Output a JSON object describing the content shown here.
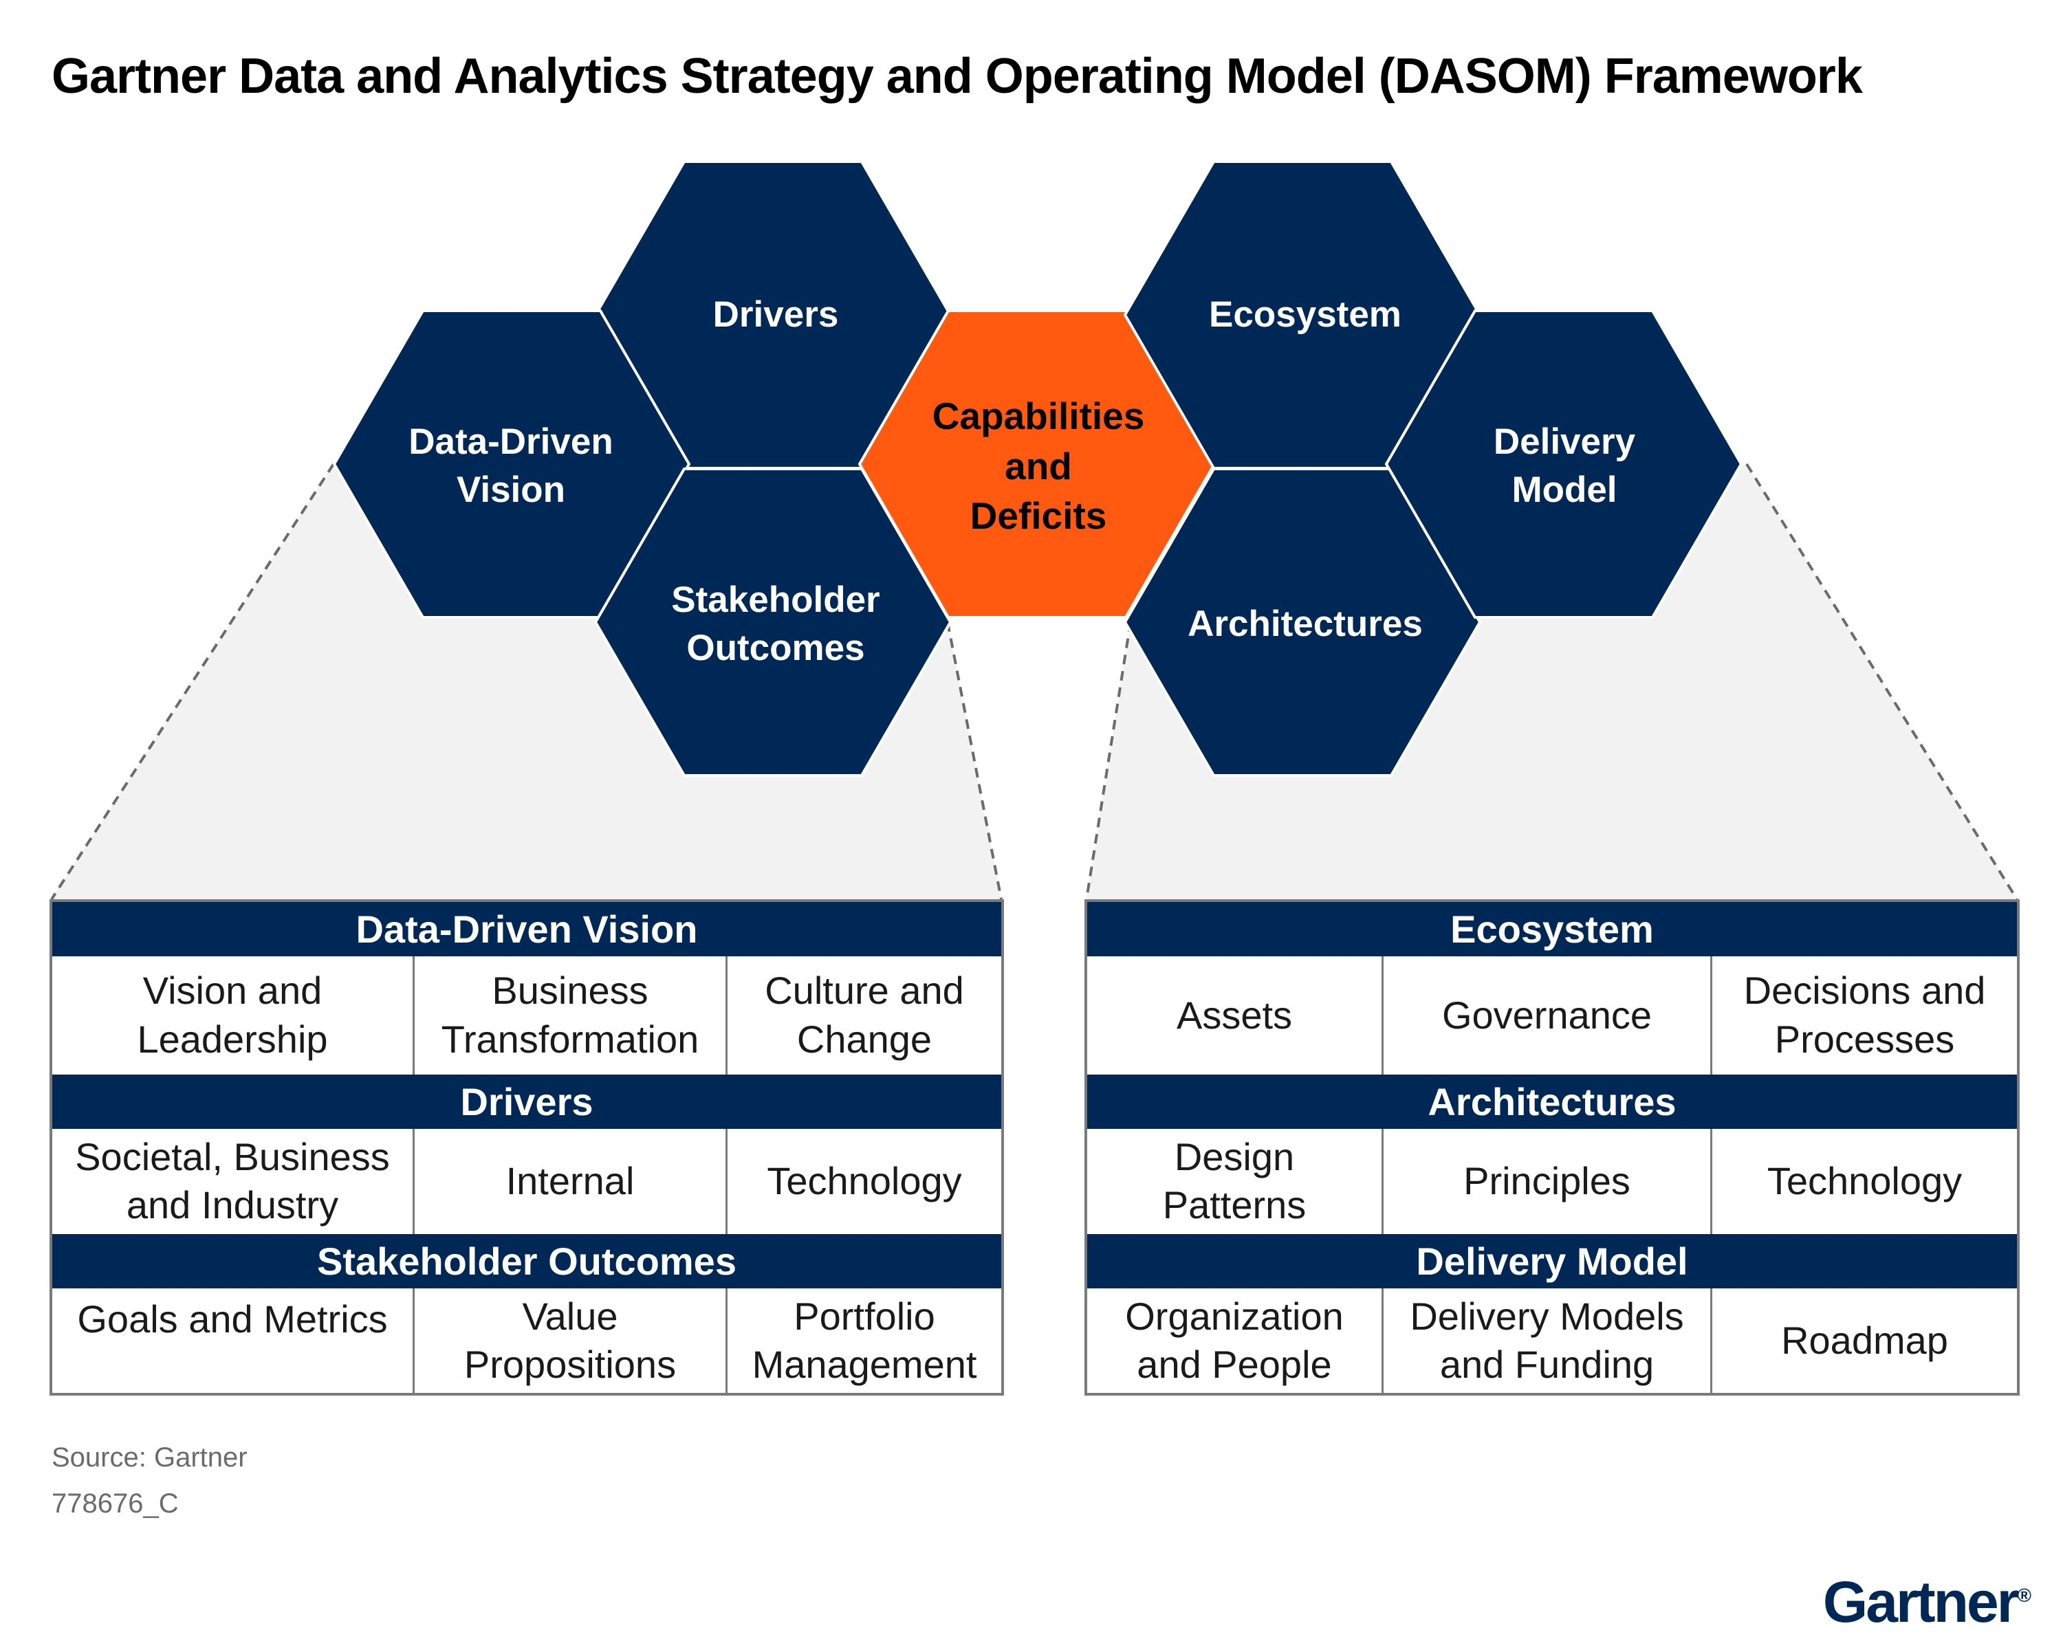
{
  "title": "Gartner Data and Analytics Strategy and Operating Model (DASOM) Framework",
  "colors": {
    "navy": "#002856",
    "orange": "#FF5A0F",
    "gray_fill": "#F2F2F2",
    "border_gray": "#7A7A7A"
  },
  "hexagons": [
    {
      "id": "drivers",
      "lines": [
        "Drivers"
      ],
      "fill": "navy"
    },
    {
      "id": "data-driven-vision",
      "lines": [
        "Data-Driven",
        "Vision"
      ],
      "fill": "navy"
    },
    {
      "id": "stakeholder-outcomes",
      "lines": [
        "Stakeholder",
        "Outcomes"
      ],
      "fill": "navy"
    },
    {
      "id": "capabilities-and-deficits",
      "lines": [
        "Capabilities",
        "and",
        "Deficits"
      ],
      "fill": "orange"
    },
    {
      "id": "ecosystem",
      "lines": [
        "Ecosystem"
      ],
      "fill": "navy"
    },
    {
      "id": "architectures",
      "lines": [
        "Architectures"
      ],
      "fill": "navy"
    },
    {
      "id": "delivery-model",
      "lines": [
        "Delivery",
        "Model"
      ],
      "fill": "navy"
    }
  ],
  "left_panel": {
    "sections": [
      {
        "header": "Data-Driven Vision",
        "cells": [
          [
            "Vision and",
            "Leadership"
          ],
          [
            "Business",
            "Transformation"
          ],
          [
            "Culture and",
            "Change"
          ]
        ]
      },
      {
        "header": "Drivers",
        "cells": [
          [
            "Societal, Business",
            "and Industry"
          ],
          [
            "Internal"
          ],
          [
            "Technology"
          ]
        ]
      },
      {
        "header": "Stakeholder Outcomes",
        "cells": [
          [
            "Goals and Metrics"
          ],
          [
            "Value",
            "Propositions"
          ],
          [
            "Portfolio",
            "Management"
          ]
        ]
      }
    ]
  },
  "right_panel": {
    "sections": [
      {
        "header": "Ecosystem",
        "cells": [
          [
            "Assets"
          ],
          [
            "Governance"
          ],
          [
            "Decisions and",
            "Processes"
          ]
        ]
      },
      {
        "header": "Architectures",
        "cells": [
          [
            "Design",
            "Patterns"
          ],
          [
            "Principles"
          ],
          [
            "Technology"
          ]
        ]
      },
      {
        "header": "Delivery Model",
        "cells": [
          [
            "Organization",
            "and People"
          ],
          [
            "Delivery Models",
            "and Funding"
          ],
          [
            "Roadmap"
          ]
        ]
      }
    ]
  },
  "source": "Source: Gartner",
  "figure_id": "778676_C",
  "brand": {
    "name": "Gartner",
    "mark": "®"
  }
}
